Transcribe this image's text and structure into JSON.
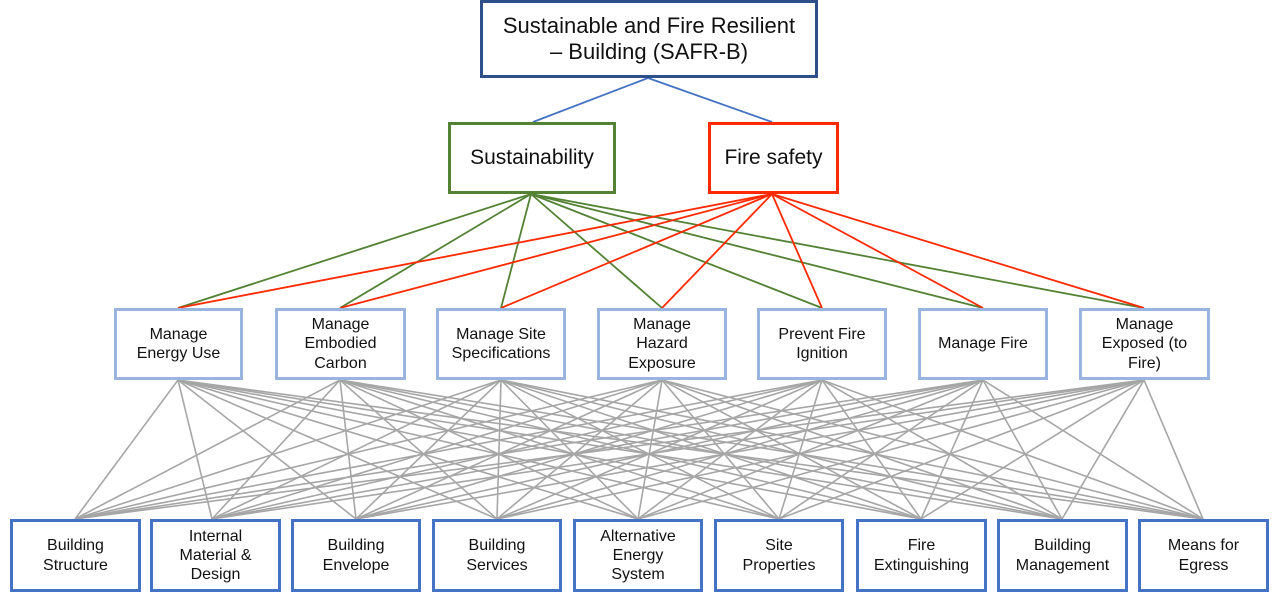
{
  "root": {
    "label": "Sustainable and Fire Resilient\n– Building (SAFR-B)"
  },
  "pillars": [
    {
      "label": "Sustainability",
      "color": "#548235"
    },
    {
      "label": "Fire safety",
      "color": "#ff2a00"
    }
  ],
  "criteria": [
    {
      "label": "Manage\nEnergy Use"
    },
    {
      "label": "Manage\nEmbodied\nCarbon"
    },
    {
      "label": "Manage Site\nSpecifications"
    },
    {
      "label": "Manage\nHazard\nExposure"
    },
    {
      "label": "Prevent Fire\nIgnition"
    },
    {
      "label": "Manage Fire"
    },
    {
      "label": "Manage\nExposed (to\nFire)"
    }
  ],
  "components": [
    {
      "label": "Building\nStructure"
    },
    {
      "label": "Internal\nMaterial &\nDesign"
    },
    {
      "label": "Building\nEnvelope"
    },
    {
      "label": "Building\nServices"
    },
    {
      "label": "Alternative\nEnergy\nSystem"
    },
    {
      "label": "Site\nProperties"
    },
    {
      "label": "Fire\nExtinguishing"
    },
    {
      "label": "Building\nManagement"
    },
    {
      "label": "Means for\nEgress"
    }
  ],
  "colors": {
    "root_border": "#2f4f8a",
    "root_link": "#4472c4",
    "criteria_border": "#9ab4e0",
    "component_border": "#4472c4",
    "component_link": "#a6a6a6"
  }
}
